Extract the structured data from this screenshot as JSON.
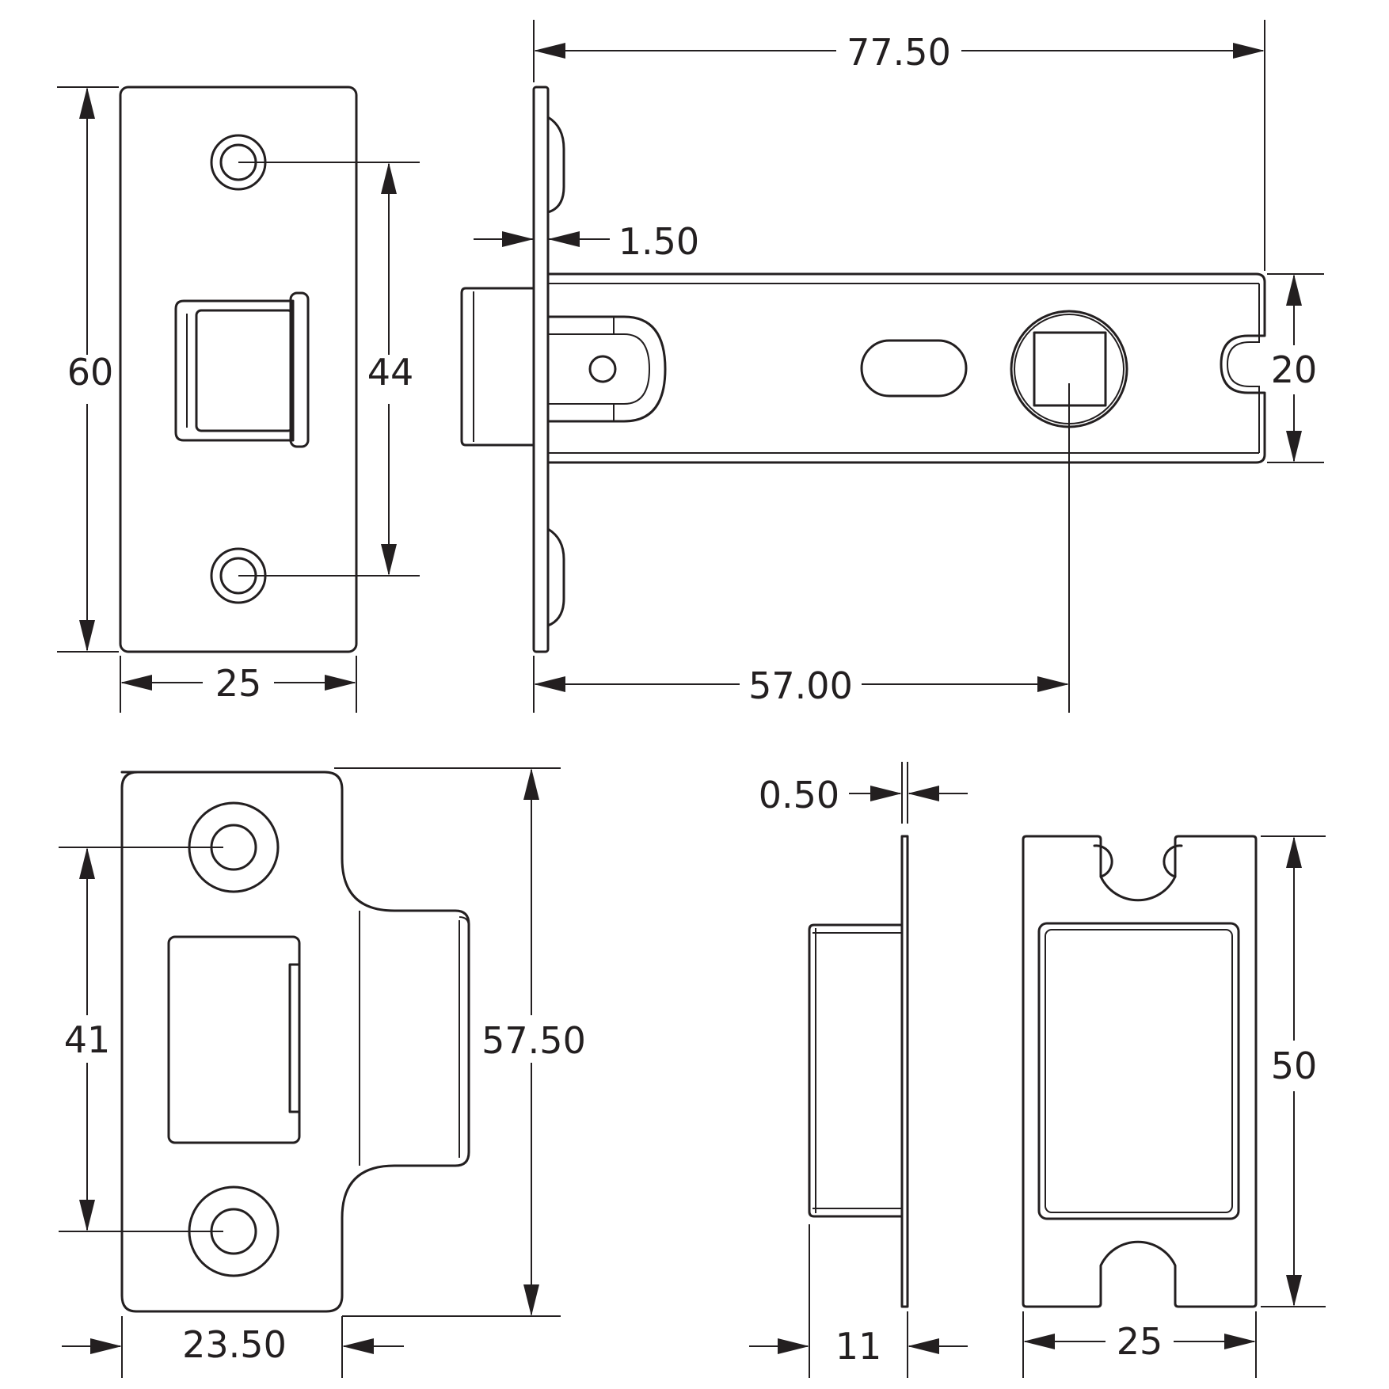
{
  "colors": {
    "line": "#231f20",
    "background": "#ffffff"
  },
  "views": {
    "front_plate": {
      "height": "60",
      "hole_spacing": "44",
      "width": "25"
    },
    "side_latch": {
      "overall_length": "77.50",
      "plate_thickness": "1.50",
      "case_height": "20",
      "backset": "57.00"
    },
    "strike_plate": {
      "hole_spacing": "41",
      "height": "57.50",
      "width": "23.50"
    },
    "keep_side": {
      "thickness": "0.50",
      "depth": "11"
    },
    "keep_front": {
      "height": "50",
      "width": "25"
    }
  }
}
